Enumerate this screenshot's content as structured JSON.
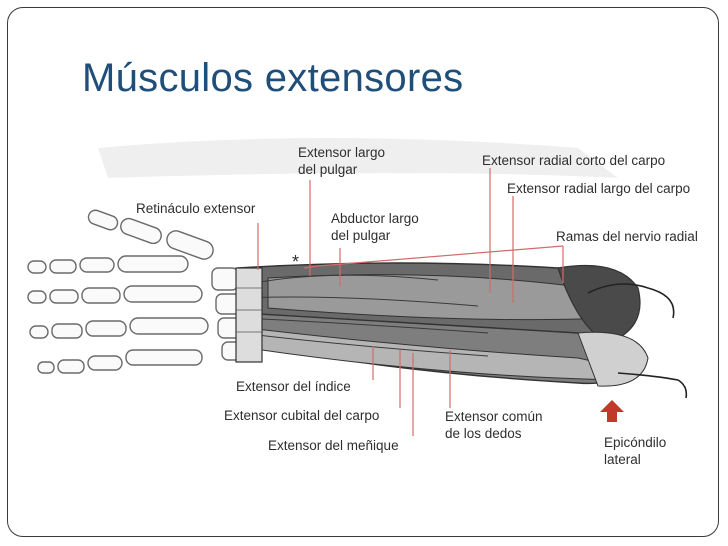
{
  "slide": {
    "title": "Músculos extensores"
  },
  "figure": {
    "labels": {
      "extensor_largo_pulgar_1": "Extensor largo",
      "extensor_largo_pulgar_2": "del pulgar",
      "extensor_radial_corto": "Extensor radial corto del carpo",
      "extensor_radial_largo": "Extensor radial largo del carpo",
      "retinaculo": "Retináculo extensor",
      "abductor_1": "Abductor largo",
      "abductor_2": "del pulgar",
      "ramas_nervio": "Ramas del nervio radial",
      "asterisk": "*",
      "extensor_indice": "Extensor del índice",
      "extensor_cubital": "Extensor cubital del carpo",
      "extensor_comun_1": "Extensor común",
      "extensor_comun_2": "de los dedos",
      "extensor_menique": "Extensor del meñique",
      "epicondilo_1": "Epicóndilo",
      "epicondilo_2": "lateral"
    },
    "colors": {
      "title": "#1f4e79",
      "frame": "#3a3a3a",
      "arrow": "#c0392b",
      "leader_line": "#d46a6a",
      "muscle_dark": "#555555",
      "muscle_mid": "#8a8a8a",
      "muscle_light": "#c4c4c4"
    }
  }
}
